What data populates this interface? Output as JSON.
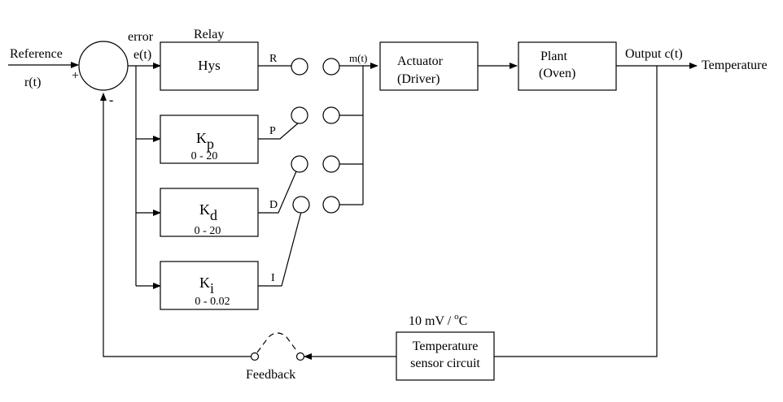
{
  "labels": {
    "reference": "Reference",
    "r_t": "r(t)",
    "plus": "+",
    "minus": "-",
    "error": "error",
    "e_t": "e(t)",
    "relay": "Relay",
    "hys": "Hys",
    "r_switch": "R",
    "p_switch": "P",
    "d_switch": "D",
    "i_switch": "I",
    "m_t": "m(t)",
    "actuator": "Actuator",
    "driver": "(Driver)",
    "plant": "Plant",
    "oven": "(Oven)",
    "output": "Output c(t)",
    "temperature": "Temperature",
    "sensor_gain_prefix": "10 mV / ",
    "sensor_gain_degree": "o",
    "sensor_gain_unit": "C",
    "sensor_line1": "Temperature",
    "sensor_line2": "sensor circuit",
    "feedback": "Feedback"
  },
  "gains": [
    {
      "symbol": "K",
      "subscript": "p",
      "range": "0 - 20"
    },
    {
      "symbol": "K",
      "subscript": "d",
      "range": "0 - 20"
    },
    {
      "symbol": "K",
      "subscript": "i",
      "range": "0 - 0.02"
    }
  ]
}
